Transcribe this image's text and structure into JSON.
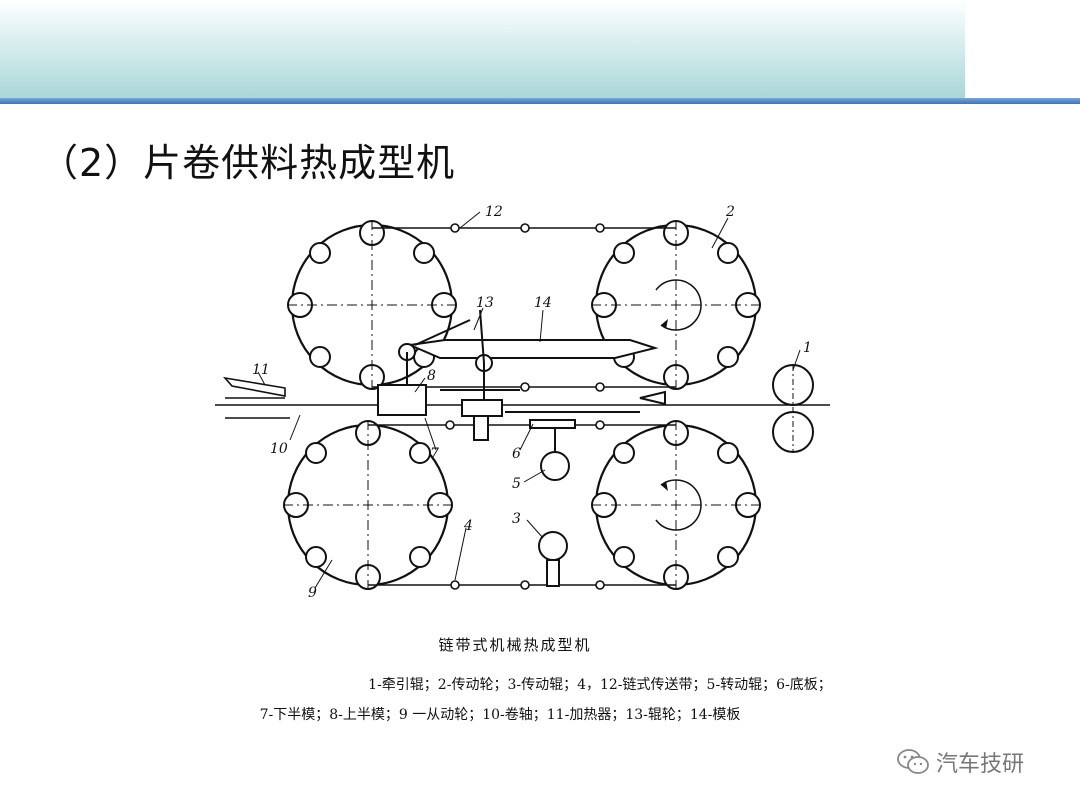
{
  "slide": {
    "title": "（2）片卷供料热成型机"
  },
  "diagram": {
    "labels": {
      "l1": "1",
      "l2": "2",
      "l3": "3",
      "l4": "4",
      "l5": "5",
      "l6": "6",
      "l7": "7",
      "l8": "8",
      "l9": "9",
      "l10": "10",
      "l11": "11",
      "l12": "12",
      "l13": "13",
      "l14": "14"
    },
    "caption": "链带式机械热成型机",
    "legend_line1": "1-牵引辊；2-传动轮；3-传动辊；4，12-链式传送带；5-转动辊；6-底板；",
    "legend_line2": "7-下半模；8-上半模；9 一从动轮；10-卷轴；11-加热器；13-辊轮；14-模板"
  },
  "watermark": {
    "icon": "wechat-icon",
    "text": "汽车技研"
  },
  "colors": {
    "header_band": "#a9d6d6",
    "header_rule": "#3f73b6"
  }
}
